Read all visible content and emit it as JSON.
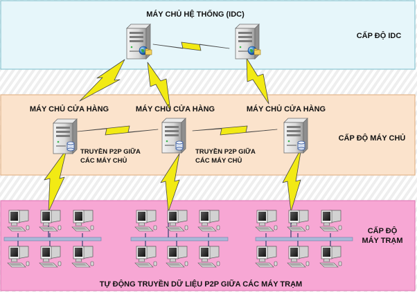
{
  "colors": {
    "idc_band": "#e6f6fa",
    "idc_border": "#8ac6d2",
    "server_band": "#fbe3cc",
    "server_border": "#e3b58a",
    "workstation_band": "#f7a7d4",
    "workstation_border": "#e07db8",
    "stripe": "#eeeeee",
    "lightning": "#f2ea14",
    "hub_bar": "#a9b9d9"
  },
  "diagram": {
    "idc_title": "MÁY CHỦ HỆ THỐNG (IDC)",
    "idc_level": "CẤP ĐỘ IDC",
    "store_server_label": "MÁY CHỦ CỬA HÀNG",
    "server_level": "CẤP ĐỘ MÁY CHỦ",
    "p2p_line1": "TRUYỀN P2P GIỮA",
    "p2p_line2": "CÁC MÁY CHỦ",
    "workstation_level_line1": "CẤP ĐỘ",
    "workstation_level_line2": "MÁY TRẠM",
    "footer": "TỰ ĐỘNG TRUYỀN DỮ LIỆU P2P GIỮA CÁC MÁY TRẠM"
  }
}
